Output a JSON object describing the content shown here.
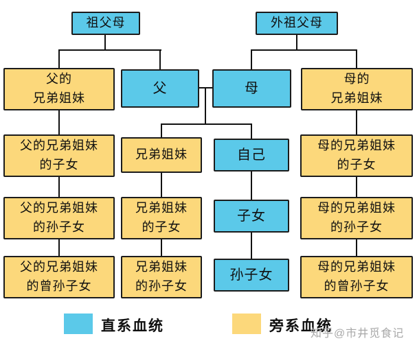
{
  "colors": {
    "direct": "#5bc9e9",
    "collateral": "#fcd87b",
    "line": "#111111"
  },
  "nodes": {
    "grandparents_paternal": {
      "label": "祖父母",
      "type": "direct"
    },
    "grandparents_maternal": {
      "label": "外祖父母",
      "type": "direct"
    },
    "father_siblings": {
      "label": "父的\n兄弟姐妹",
      "type": "collateral"
    },
    "father": {
      "label": "父",
      "type": "direct"
    },
    "mother": {
      "label": "母",
      "type": "direct"
    },
    "mother_siblings": {
      "label": "母的\n兄弟姐妹",
      "type": "collateral"
    },
    "father_siblings_children": {
      "label": "父的兄弟姐妹\n的子女",
      "type": "collateral"
    },
    "siblings": {
      "label": "兄弟姐妹",
      "type": "collateral"
    },
    "self": {
      "label": "自己",
      "type": "direct"
    },
    "mother_siblings_children": {
      "label": "母的兄弟姐妹\n的子女",
      "type": "collateral"
    },
    "father_siblings_grandchildren": {
      "label": "父的兄弟姐妹\n的孙子女",
      "type": "collateral"
    },
    "siblings_children": {
      "label": "兄弟姐妹\n的子女",
      "type": "collateral"
    },
    "children": {
      "label": "子女",
      "type": "direct"
    },
    "mother_siblings_grandchildren": {
      "label": "母的兄弟姐妹\n的孙子女",
      "type": "collateral"
    },
    "father_siblings_great_grandchildren": {
      "label": "父的兄弟姐妹\n的曾孙子女",
      "type": "collateral"
    },
    "siblings_grandchildren": {
      "label": "兄弟姐妹\n的孙子女",
      "type": "collateral"
    },
    "grandchildren": {
      "label": "孙子女",
      "type": "direct"
    },
    "mother_siblings_great_grandchildren": {
      "label": "母的兄弟姐妹\n的曾孙子女",
      "type": "collateral"
    }
  },
  "legend": {
    "direct_label": "直系血统",
    "collateral_label": "旁系血统"
  },
  "watermark": "知乎@市井觅食记"
}
